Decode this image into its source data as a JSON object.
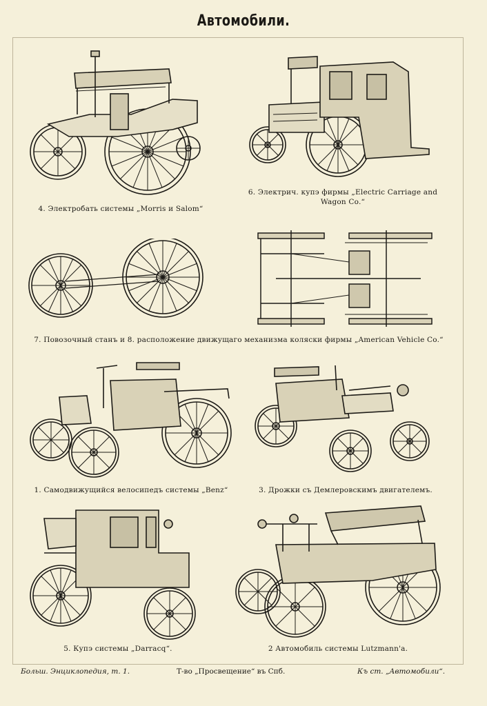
{
  "plate": {
    "title": "Автомобили."
  },
  "captions": {
    "fig4": "4. Электробать системы „Morris и Salom“",
    "fig6_line1": "6. Электрич. купэ фирмы „Electric Carriage and",
    "fig6_line2": "Wagon Co.“",
    "fig7_8": "7. Повозочный станъ и 8. расположение движущаго механизма коляски фирмы „American Vehicle Co.“",
    "fig1": "1. Самодвижущийся велосипедъ системы „Benz“",
    "fig3": "3. Дрожки съ Демлеровскимъ двигателемъ.",
    "fig5": "5. Купэ системы „Darracq“.",
    "fig2": "2 Автомобиль системы Lutzmann'a."
  },
  "footer": {
    "left": "Больш. Энциклопедия, т. 1.",
    "center": "Т-во „Просвещение“ въ Спб.",
    "right": "Къ ст. „Автомобили“."
  },
  "colors": {
    "paper": "#f5f0da",
    "ink": "#1d1b17"
  }
}
